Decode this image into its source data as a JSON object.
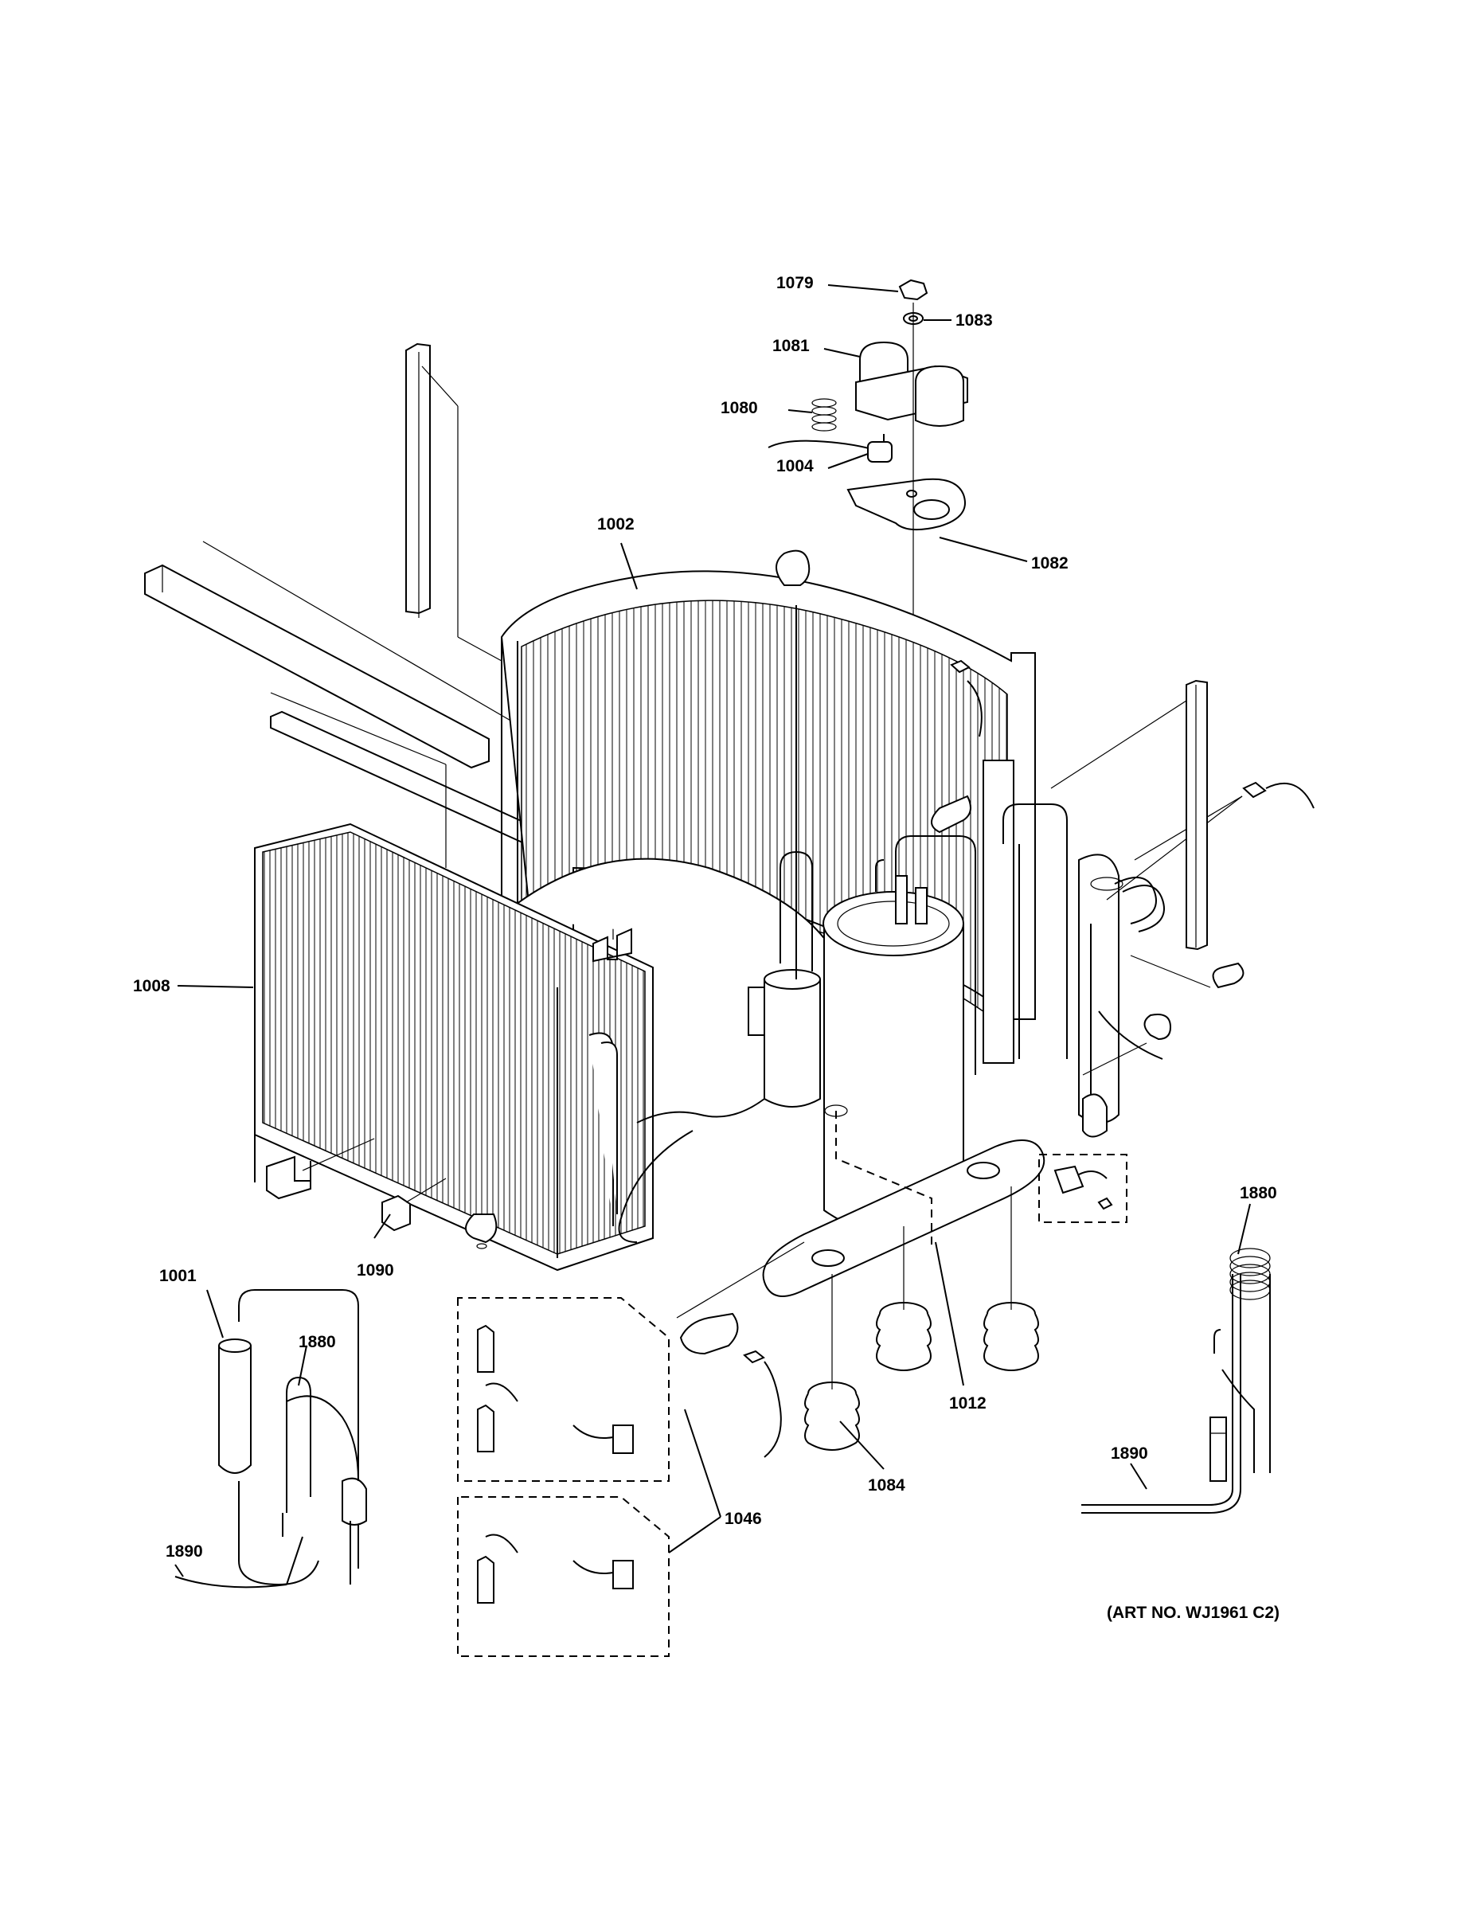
{
  "labels": {
    "l1079": "1079",
    "l1083": "1083",
    "l1081": "1081",
    "l1080": "1080",
    "l1004": "1004",
    "l1002": "1002",
    "l1082": "1082",
    "l1008": "1008",
    "l1090": "1090",
    "l1001": "1001",
    "l1880a": "1880",
    "l1880b": "1880",
    "l1890a": "1890",
    "l1890b": "1890",
    "l1012": "1012",
    "l1084": "1084",
    "l1046": "1046"
  },
  "art_number": "(ART NO. WJ1961 C2)"
}
